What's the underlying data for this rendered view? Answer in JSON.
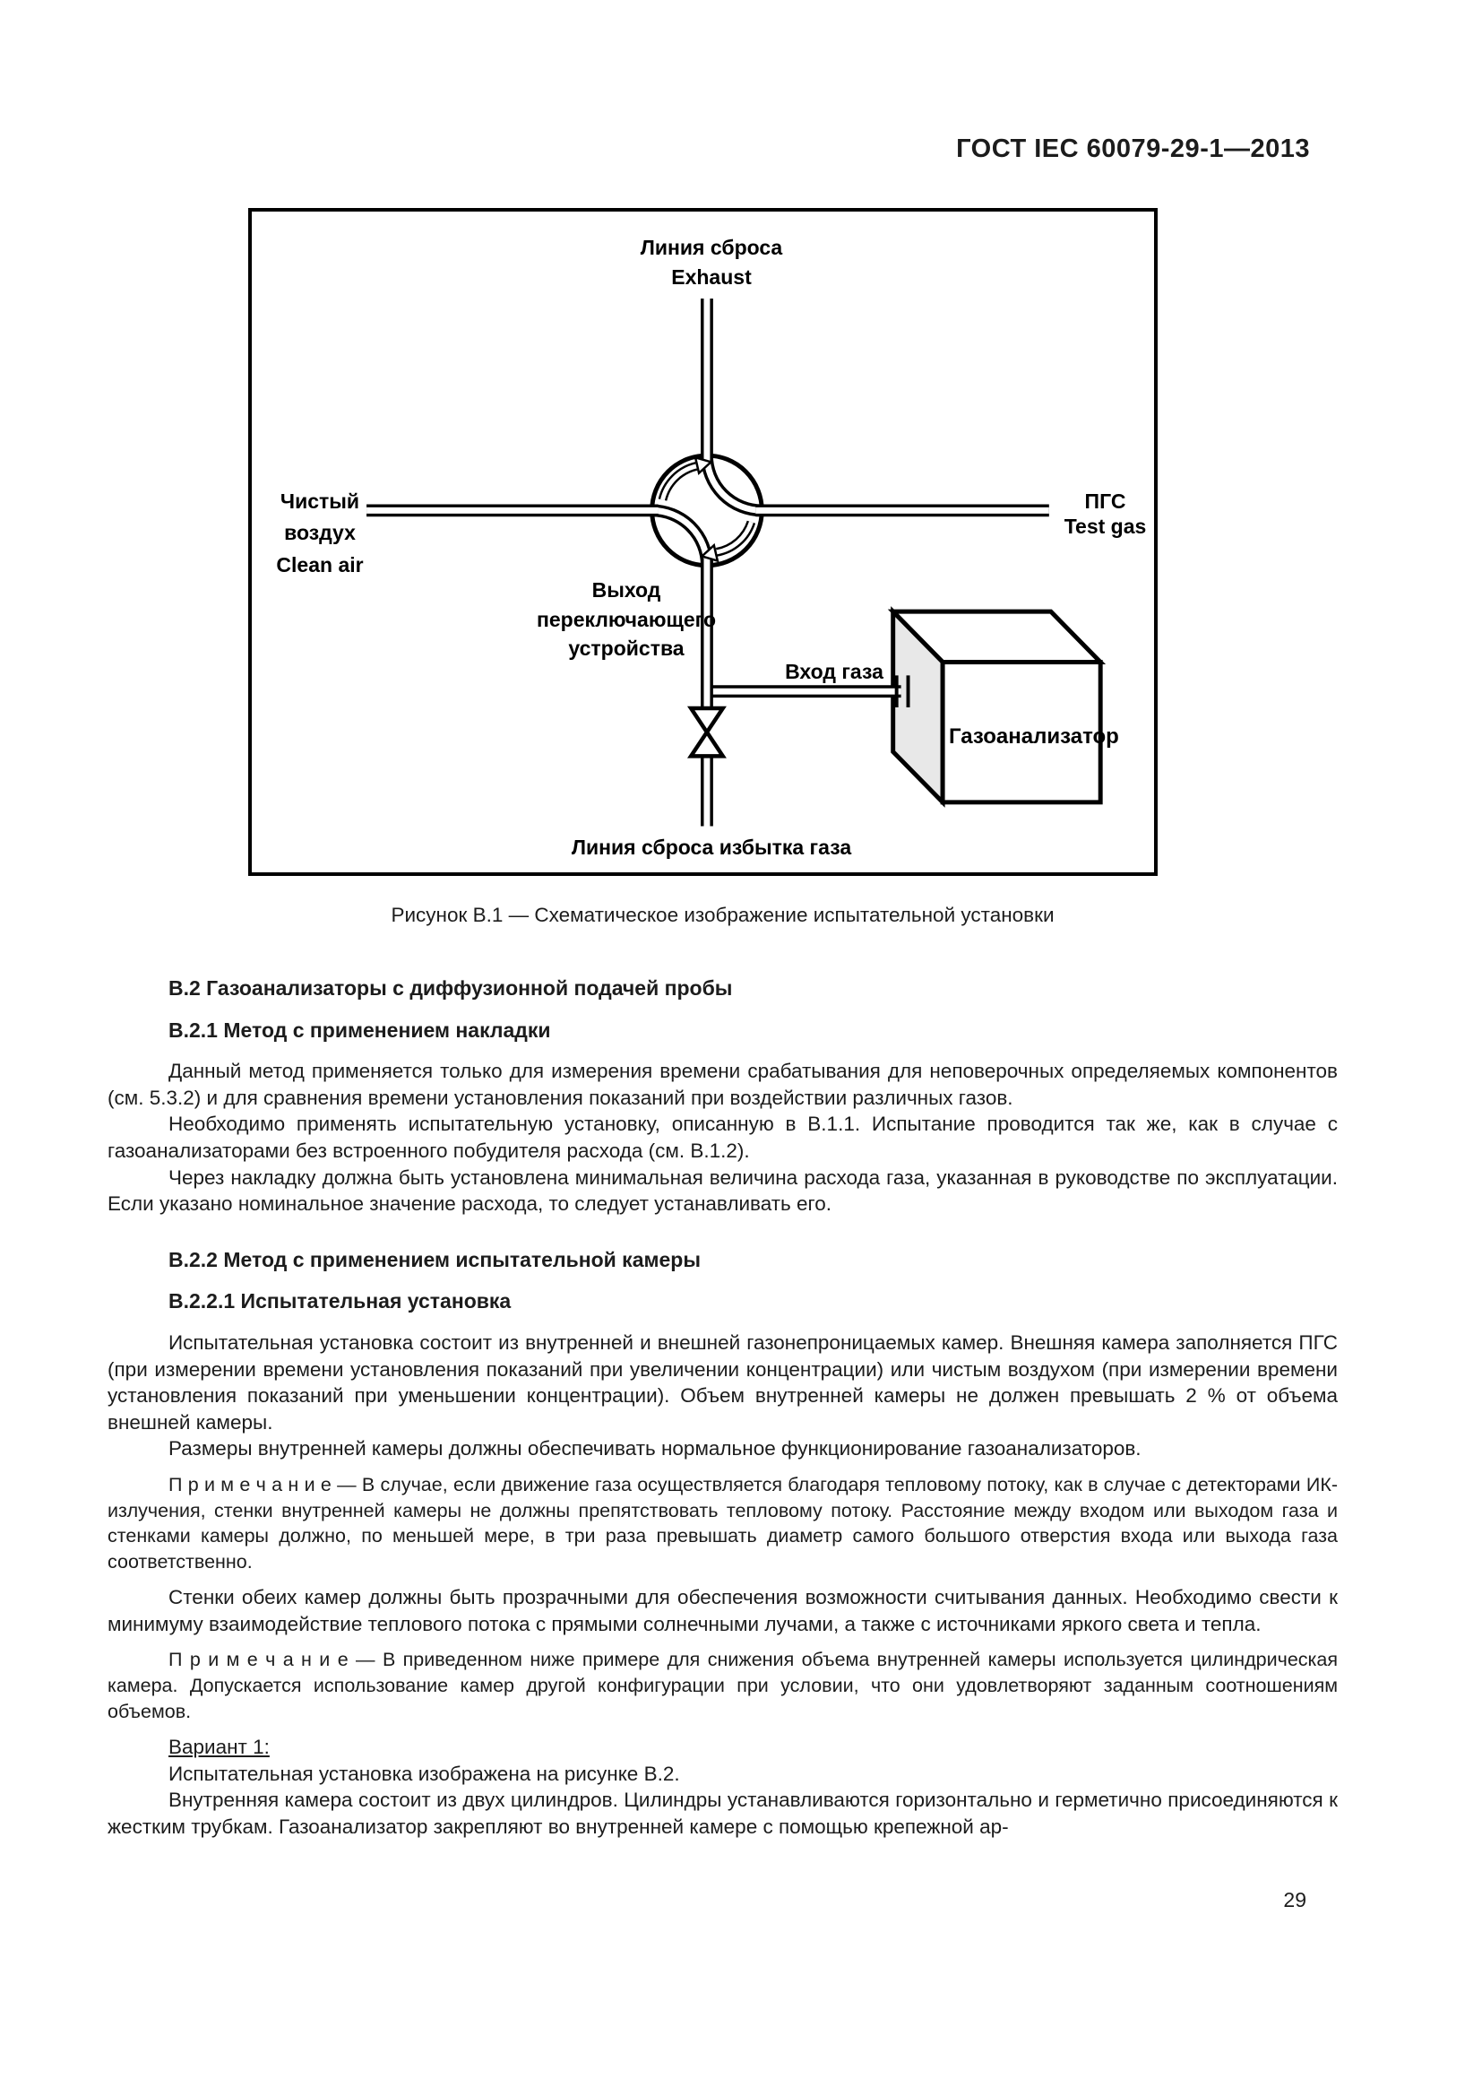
{
  "page": {
    "header": "ГОСТ IEC 60079-29-1—2013",
    "page_number": "29"
  },
  "figure": {
    "labels": {
      "exhaust_ru": "Линия сброса",
      "exhaust_en": "Exhaust",
      "clean_air_ru_line1": "Чистый",
      "clean_air_ru_line2": "воздух",
      "clean_air_en": "Clean air",
      "test_gas_ru": "ПГС",
      "test_gas_en": "Test gas",
      "switch_output_line1": "Выход",
      "switch_output_line2": "переключающего",
      "switch_output_line3": "устройства",
      "gas_inlet": "Вход газа",
      "analyzer": "Газоанализатор",
      "excess_gas_line": "Линия сброса избытка газа"
    },
    "caption": "Рисунок В.1 — Схематическое изображение испытательной установки",
    "colors": {
      "line": "#000000",
      "side_face": "#e8e8e8",
      "background": "#ffffff"
    }
  },
  "content": {
    "h_b2": "В.2 Газоанализаторы с диффузионной подачей пробы",
    "h_b21": "В.2.1 Метод с применением накладки",
    "p1": "Данный метод применяется только для измерения времени срабатывания для неповерочных определяемых компонентов (см. 5.3.2) и для сравнения времени установления показаний при воздействии различных газов.",
    "p2": "Необходимо применять испытательную установку, описанную в В.1.1. Испытание проводится так же, как в случае с газоанализаторами без встроенного побудителя расхода (см. В.1.2).",
    "p3": "Через накладку должна быть установлена минимальная величина расхода газа, указанная в руководстве по эксплуатации. Если указано номинальное значение расхода, то следует устанавливать его.",
    "h_b22": "В.2.2 Метод с применением испытательной камеры",
    "h_b221": "В.2.2.1 Испытательная установка",
    "p4": "Испытательная установка состоит из внутренней и внешней газонепроницаемых камер. Внешняя камера заполняется ПГС (при измерении времени установления показаний при увеличении концентрации) или чистым воздухом (при измерении времени установления показаний при уменьшении концентрации). Объем внутренней камеры не должен превышать 2 % от объема внешней камеры.",
    "p5": "Размеры внутренней камеры должны обеспечивать нормальное функционирование газоанализаторов.",
    "note1": "П р и м е ч а н и е — В случае, если движение газа осуществляется благодаря тепловому потоку, как в случае с детекторами ИК-излучения, стенки внутренней камеры не должны препятствовать тепловому потоку. Расстояние между входом или выходом газа и стенками камеры должно, по меньшей мере, в три раза превышать диаметр самого большого отверстия входа или выхода газа соответственно.",
    "p6": "Стенки обеих камер должны быть прозрачными для обеспечения возможности считывания данных. Необходимо свести к минимуму взаимодействие теплового потока с прямыми солнечными лучами, а также с источниками яркого света и тепла.",
    "note2": "П р и м е ч а н и е — В приведенном ниже примере для снижения объема внутренней камеры используется цилиндрическая камера. Допускается использование камер другой конфигурации при условии, что они удовлетворяют заданным соотношениям объемов.",
    "variant_label": "Вариант 1:",
    "p7": "Испытательная установка изображена на рисунке В.2.",
    "p8": "Внутренняя камера состоит из двух цилиндров. Цилиндры устанавливаются горизонтально и герметично присоединяются к жестким трубкам. Газоанализатор закрепляют во внутренней камере с помощью крепежной ар-"
  }
}
